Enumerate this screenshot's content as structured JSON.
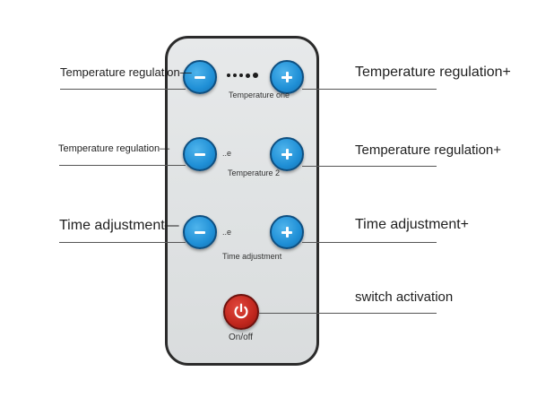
{
  "callouts": {
    "temp1_minus": "Temperature regulation—",
    "temp1_plus": "Temperature regulation+",
    "temp2_minus": "Temperature regulation—",
    "temp2_plus": "Temperature regulation+",
    "time_minus": "Time adjustment—",
    "time_plus": "Time adjustment+",
    "switch": "switch activation"
  },
  "remote": {
    "temp1_label": "Temperature one",
    "temp2_label": "Temperature 2",
    "temp2_indicator": "..e",
    "time_label": "Time adjustment",
    "time_indicator": "..e",
    "power_label": "On/off"
  },
  "icons": {
    "minus": "minus-icon",
    "plus": "plus-icon",
    "power": "power-icon"
  },
  "colors": {
    "button_blue": "#1f8fd6",
    "power_red": "#c0261d",
    "remote_body": "#e3e5e6",
    "remote_border": "#2b2b2b"
  }
}
